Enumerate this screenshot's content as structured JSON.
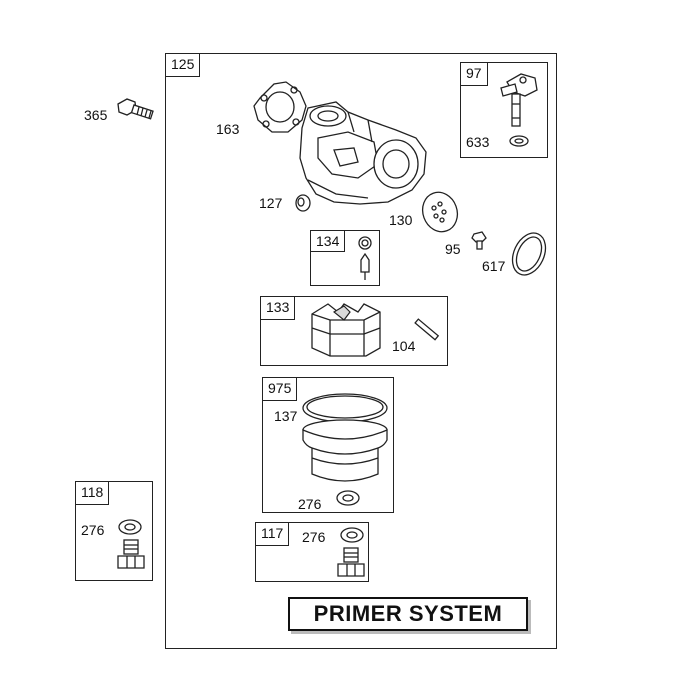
{
  "assembly": {
    "main_ref": "125",
    "title": "PRIMER SYSTEM"
  },
  "kits": {
    "k97": "97",
    "k134": "134",
    "k133": "133",
    "k975": "975",
    "k118": "118",
    "k117": "117"
  },
  "callouts": {
    "c365": "365",
    "c163": "163",
    "c127": "127",
    "c130": "130",
    "c95": "95",
    "c617": "617",
    "c633": "633",
    "c104": "104",
    "c137": "137",
    "c276_kit975": "276",
    "c276_kit118": "276",
    "c276_kit117": "276"
  }
}
